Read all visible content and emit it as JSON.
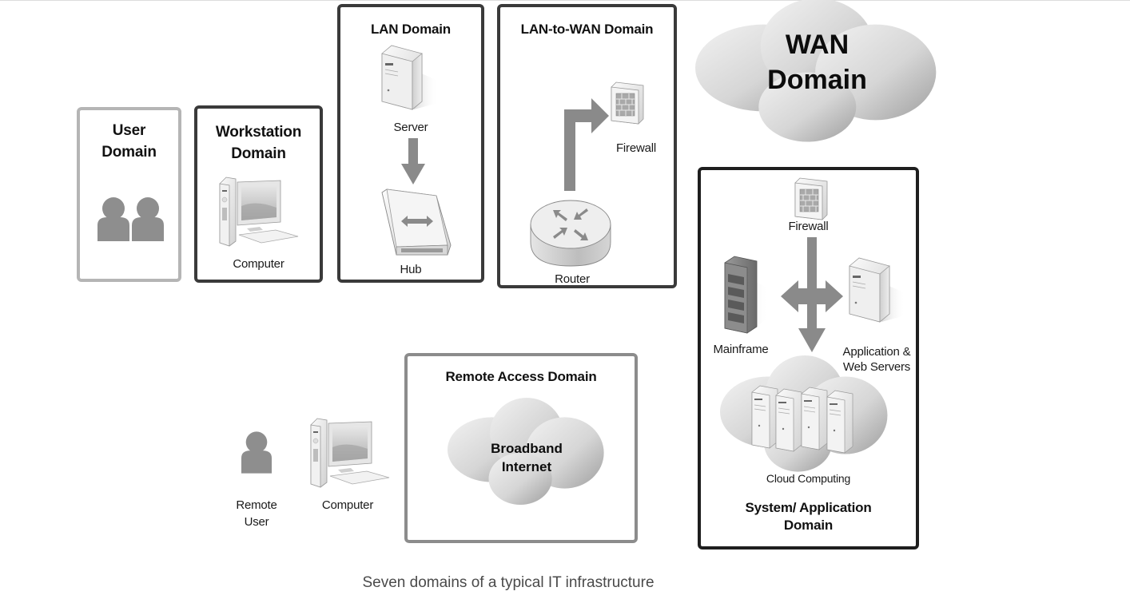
{
  "diagram": {
    "caption": "Seven domains of a typical IT infrastructure",
    "domains": {
      "user": {
        "title_line1": "User",
        "title_line2": "Domain",
        "icon": "users-icon"
      },
      "workstation": {
        "title_line1": "Workstation",
        "title_line2": "Domain",
        "device_label": "Computer"
      },
      "lan": {
        "title": "LAN Domain",
        "server_label": "Server",
        "hub_label": "Hub"
      },
      "lan_to_wan": {
        "title": "LAN-to-WAN Domain",
        "firewall_label": "Firewall",
        "router_label": "Router"
      },
      "wan": {
        "title_line1": "WAN",
        "title_line2": "Domain"
      },
      "remote_access": {
        "title": "Remote Access Domain",
        "cloud_line1": "Broadband",
        "cloud_line2": "Internet",
        "remote_user_line1": "Remote",
        "remote_user_line2": "User",
        "computer_label": "Computer"
      },
      "system_application": {
        "title_line1": "System/ Application",
        "title_line2": "Domain",
        "firewall_label": "Firewall",
        "mainframe_label": "Mainframe",
        "app_servers_line1": "Application &",
        "app_servers_line2": "Web Servers",
        "cloud_label": "Cloud Computing"
      }
    },
    "colors": {
      "arrow": "#8a8a8a",
      "person": "#8e8e8e",
      "caption": "#4a4a4a"
    }
  }
}
